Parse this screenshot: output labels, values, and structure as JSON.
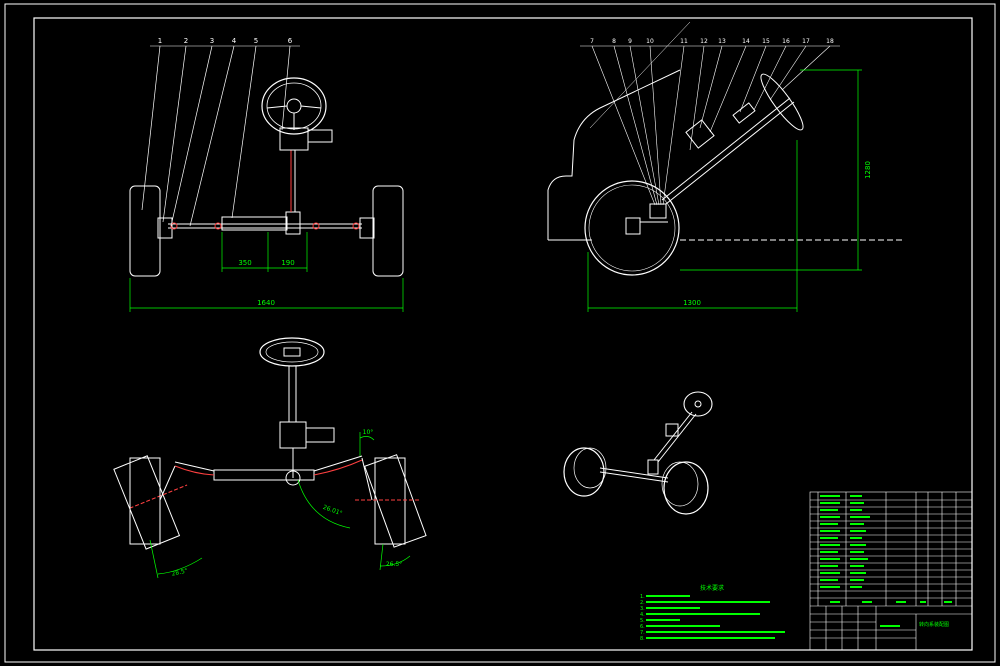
{
  "views": {
    "front": {
      "callouts": [
        "1",
        "2",
        "3",
        "4",
        "5",
        "6"
      ],
      "dims": {
        "left_seg": "350",
        "right_seg": "190",
        "track": "1640"
      }
    },
    "side": {
      "callouts": [
        "7",
        "8",
        "9",
        "10",
        "11",
        "12",
        "13",
        "14",
        "15",
        "16",
        "17",
        "18"
      ],
      "dims": {
        "height": "1280",
        "length": "1300"
      }
    },
    "top": {
      "dims": {
        "angle_top_right": "10°",
        "angle_center": "26.01°",
        "angle_left": "28.5°",
        "angle_right": "26.5°"
      }
    }
  },
  "notes": {
    "title": "技术要求",
    "lines": [
      "1.",
      "2.",
      "3.",
      "4.",
      "5.",
      "6.",
      "7.",
      "8."
    ]
  },
  "title_block": {
    "drawing_name": "转向系装配图"
  },
  "colors": {
    "line": "#ffffff",
    "dimension": "#00ff00",
    "center": "#ff3030",
    "part": "#ff6060"
  }
}
